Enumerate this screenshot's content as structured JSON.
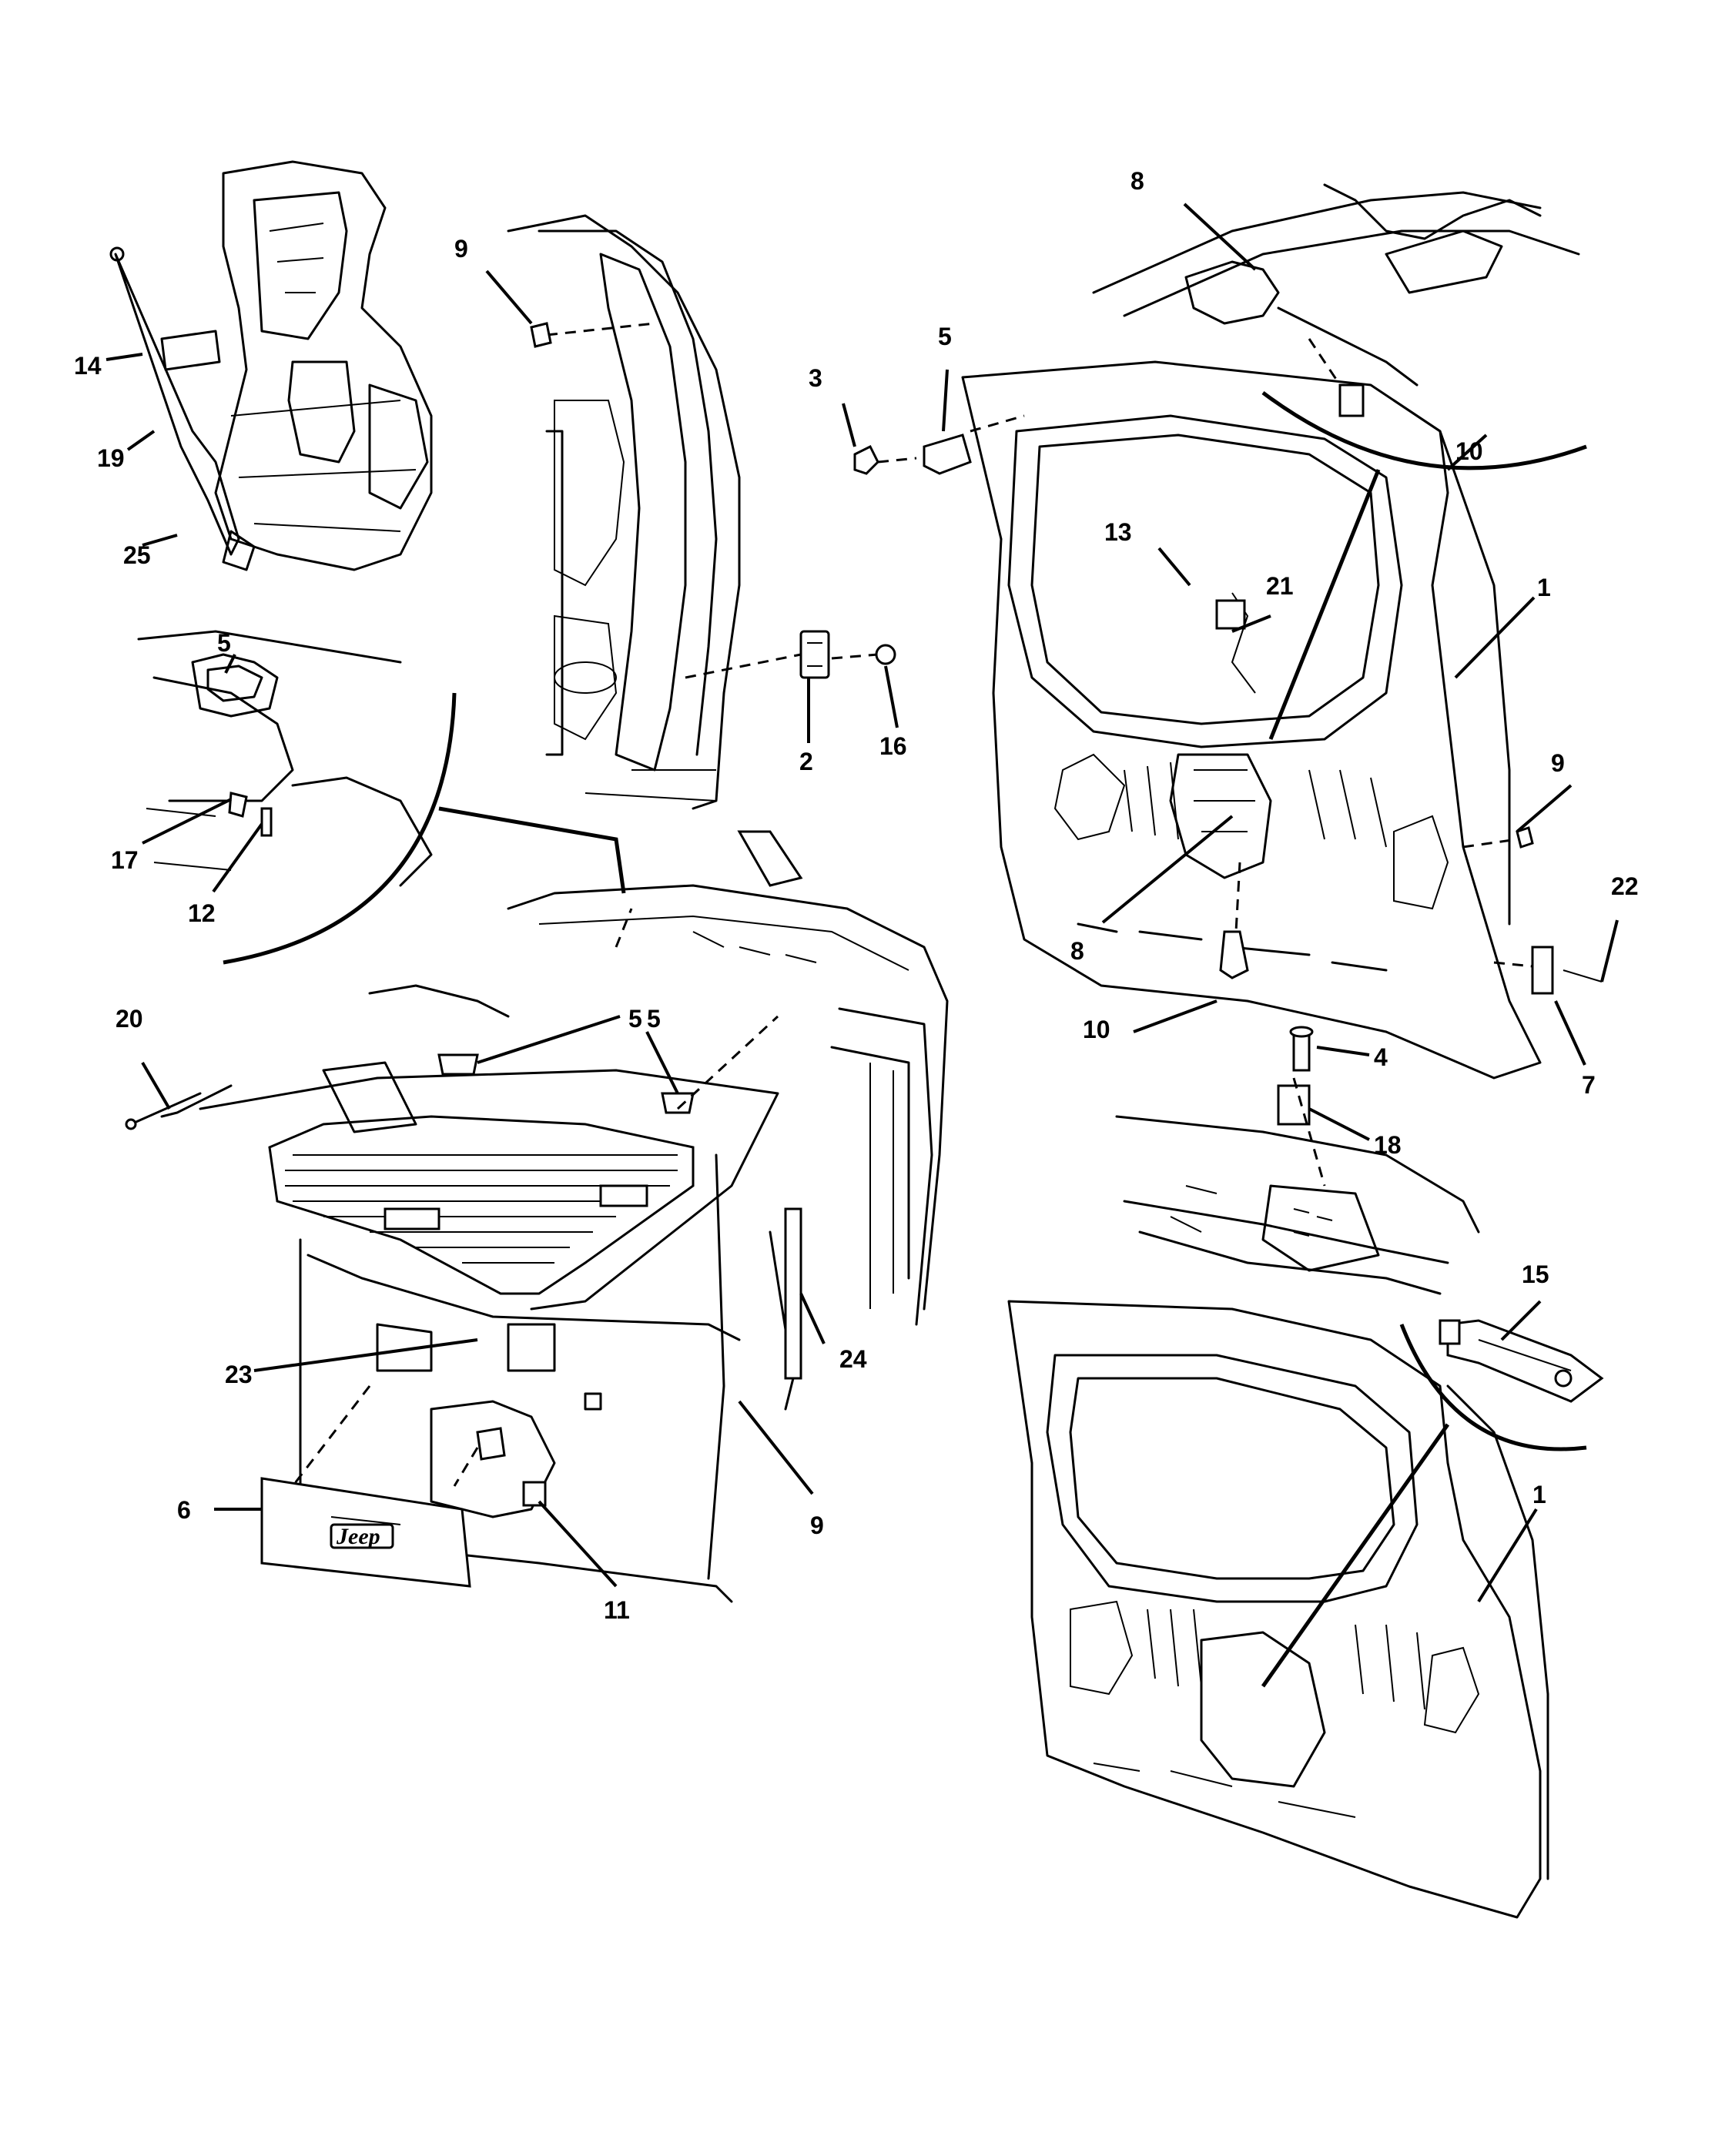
{
  "callouts": [
    {
      "label": "1"
    },
    {
      "label": "1"
    },
    {
      "label": "2"
    },
    {
      "label": "3"
    },
    {
      "label": "4"
    },
    {
      "label": "5"
    },
    {
      "label": "5"
    },
    {
      "label": "5"
    },
    {
      "label": "5"
    },
    {
      "label": "6"
    },
    {
      "label": "7"
    },
    {
      "label": "8"
    },
    {
      "label": "8"
    },
    {
      "label": "9"
    },
    {
      "label": "9"
    },
    {
      "label": "9"
    },
    {
      "label": "10"
    },
    {
      "label": "10"
    },
    {
      "label": "11"
    },
    {
      "label": "12"
    },
    {
      "label": "13"
    },
    {
      "label": "14"
    },
    {
      "label": "15"
    },
    {
      "label": "16"
    },
    {
      "label": "17"
    },
    {
      "label": "18"
    },
    {
      "label": "19"
    },
    {
      "label": "20"
    },
    {
      "label": "21"
    },
    {
      "label": "22"
    },
    {
      "label": "23"
    },
    {
      "label": "24"
    },
    {
      "label": "25"
    }
  ],
  "badge": {
    "text": "Jeep"
  }
}
